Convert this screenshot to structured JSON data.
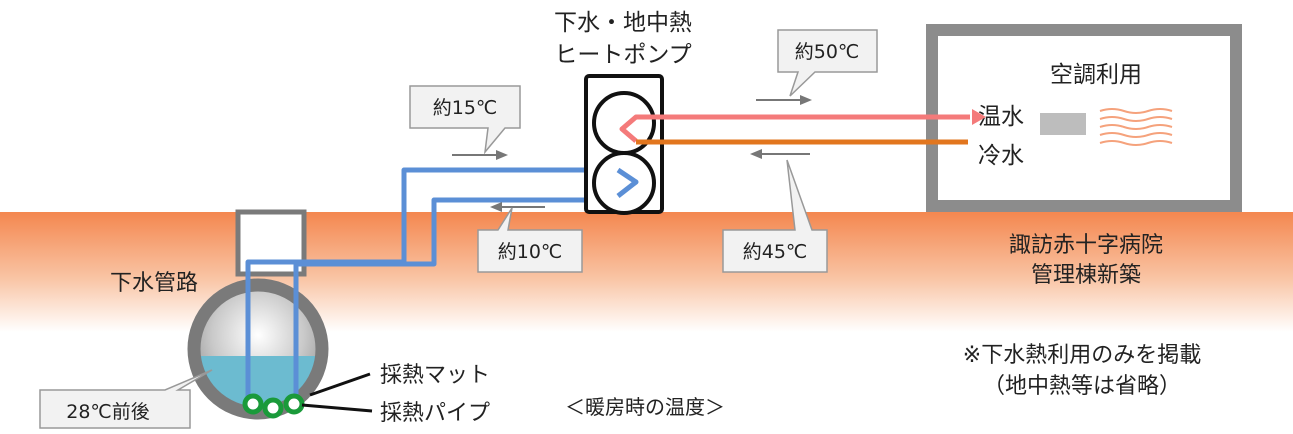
{
  "heat_pump_label": [
    "下水・地中熱",
    "ヒートポンプ"
  ],
  "building": {
    "usage_label": "空調利用",
    "hot_water": "温水",
    "cold_water": "冷水",
    "name": [
      "諏訪赤十字病院",
      "管理棟新築"
    ]
  },
  "temperatures": {
    "supply_hot": "約50℃",
    "return_hot": "約45℃",
    "to_pump": "約15℃",
    "from_pump": "約10℃",
    "sewage": "28℃前後"
  },
  "sewer": {
    "pipe_label": "下水管路",
    "mat_label": "採熱マット",
    "pipe_heat_label": "採熱パイプ"
  },
  "caption": "＜暖房時の温度＞",
  "notes": [
    "※下水熱利用のみを掲載",
    "（地中熱等は省略）"
  ],
  "colors": {
    "ground": "#f4874f",
    "hot_pipe": "#f47a7a",
    "warm_return_pipe": "#e2761e",
    "cold_pipe": "#5b8fd6",
    "water": "#6cbbd0",
    "mat": "#f2b41c",
    "pipe_ring": "#1a9a3a",
    "building_frame": "#8c8c8c"
  }
}
